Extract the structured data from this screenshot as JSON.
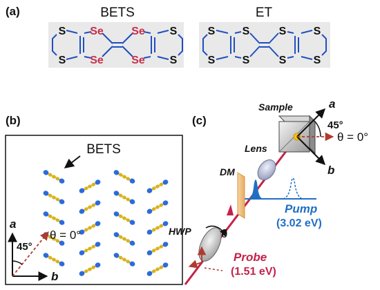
{
  "panel_a": {
    "label": "(a)",
    "bets": {
      "title": "BETS",
      "atoms": {
        "s_tl": "S",
        "s_bl": "S",
        "se_1": "Se",
        "se_2": "Se",
        "se_3": "Se",
        "se_4": "Se",
        "s_tr": "S",
        "s_br": "S"
      }
    },
    "et": {
      "title": "ET",
      "atoms": {
        "s_1": "S",
        "s_2": "S",
        "s_3": "S",
        "s_4": "S",
        "s_5": "S",
        "s_6": "S",
        "s_7": "S",
        "s_8": "S"
      }
    }
  },
  "panel_b": {
    "label": "(b)",
    "molecule_label": "BETS",
    "axis_a": "a",
    "axis_b": "b",
    "angle": "45°",
    "theta": "θ = 0°"
  },
  "panel_c": {
    "label": "(c)",
    "sample": "Sample",
    "axis_a": "a",
    "axis_b": "b",
    "angle": "45°",
    "theta_zero": "θ = 0°",
    "lens": "Lens",
    "dm": "DM",
    "pump": "Pump",
    "pump_energy": "(3.02 eV)",
    "hwp": "HWP",
    "theta": "θ",
    "probe": "Probe",
    "probe_energy": "(1.51 eV)"
  },
  "colors": {
    "selenium": "#c62f4b",
    "pump": "#1f6fc5",
    "probe": "#c2234a",
    "box_fill": "#e9e9e9",
    "molecule_blue": "#2d6bd8",
    "molecule_yellow": "#d9b21c",
    "dashed_arrow": "#b03a2e"
  }
}
